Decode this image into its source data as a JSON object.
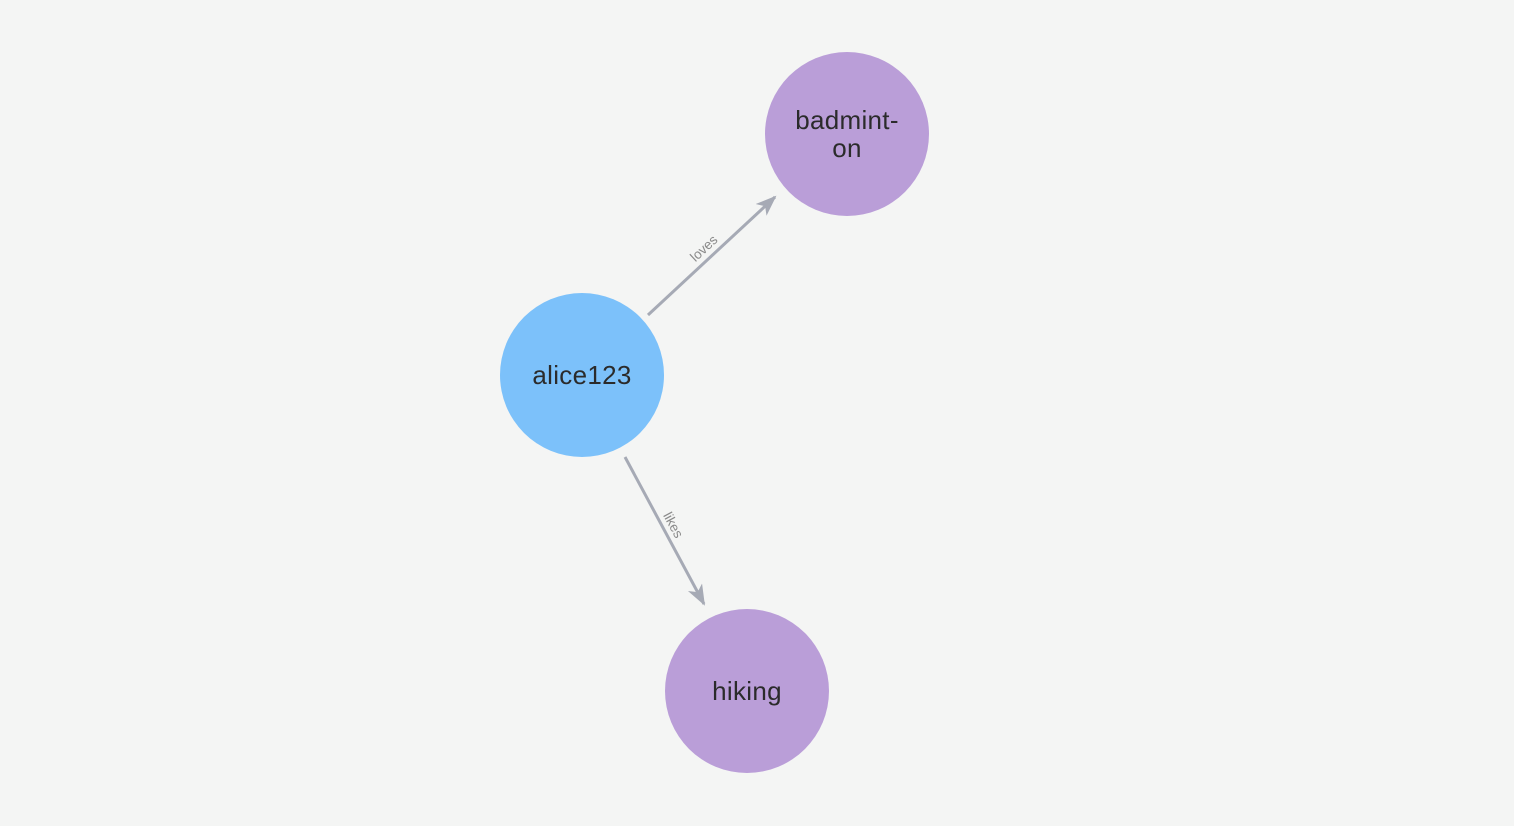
{
  "canvas": {
    "background_color": "#f4f5f4"
  },
  "graph": {
    "nodes": [
      {
        "id": "alice123",
        "label": "alice123",
        "shape": "circle",
        "fill_color": "#7cc1fa",
        "label_color": "#2b2b2b"
      },
      {
        "id": "badminton",
        "label": "badmint-\non",
        "shape": "circle",
        "fill_color": "#ba9ed8",
        "label_color": "#2b2b2b"
      },
      {
        "id": "hiking",
        "label": "hiking",
        "shape": "circle",
        "fill_color": "#ba9ed8",
        "label_color": "#2b2b2b"
      }
    ],
    "edges": [
      {
        "source": "alice123",
        "target": "badminton",
        "label": "loves",
        "directed": true,
        "line_color": "#a6aab5",
        "label_color": "#8a8a8a"
      },
      {
        "source": "alice123",
        "target": "hiking",
        "label": "likes",
        "directed": true,
        "line_color": "#a6aab5",
        "label_color": "#8a8a8a"
      }
    ]
  }
}
